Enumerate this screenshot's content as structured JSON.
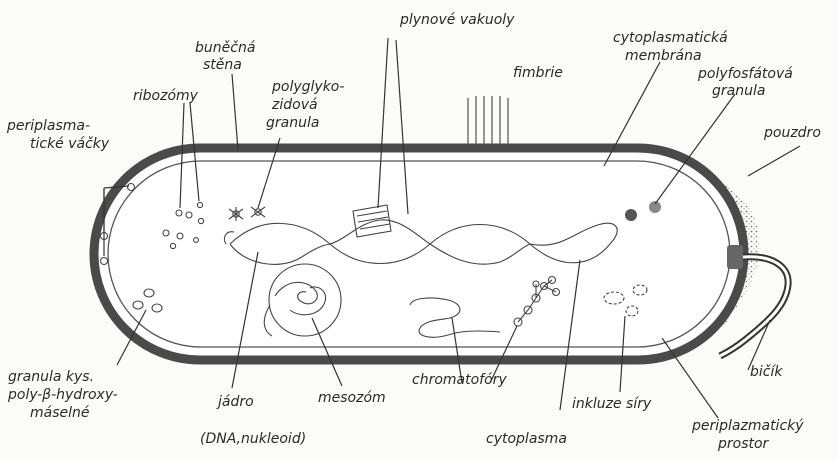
{
  "labels": {
    "bunecna_stena": [
      "buněčná",
      "stěna"
    ],
    "plynove_vakuoly": "plynové vakuoly",
    "cytoplasmaticka_membrana": [
      "cytoplasmatická",
      "membrána"
    ],
    "ribozomy": "ribozómy",
    "polyglykozidova_granula": [
      "polyglyko-",
      "zidová",
      "granula"
    ],
    "fimbrie": "fimbrie",
    "polyfosfatova_granula": [
      "polyfosfátová",
      "granula"
    ],
    "periplasmaticke_vacky": [
      "periplasma-",
      "tické váčky"
    ],
    "pouzdro": "pouzdro",
    "granula_kys": [
      "granula kys.",
      "poly-β-hydroxy-",
      "máselné"
    ],
    "jadro": [
      "jádro",
      "(DNA,nukleoid)"
    ],
    "mesozom": "mesozóm",
    "chromatofory": "chromatofóry",
    "inkluze_siry": "inkluze síry",
    "cytoplasma": "cytoplasma",
    "periplazmaticky_prostor": [
      "periplazmatický",
      "prostor"
    ],
    "bicik": "bičík"
  },
  "colors": {
    "wall": "#4a4a4a",
    "capsule": "#cfcfc6",
    "ink": "#2a2a2a"
  }
}
